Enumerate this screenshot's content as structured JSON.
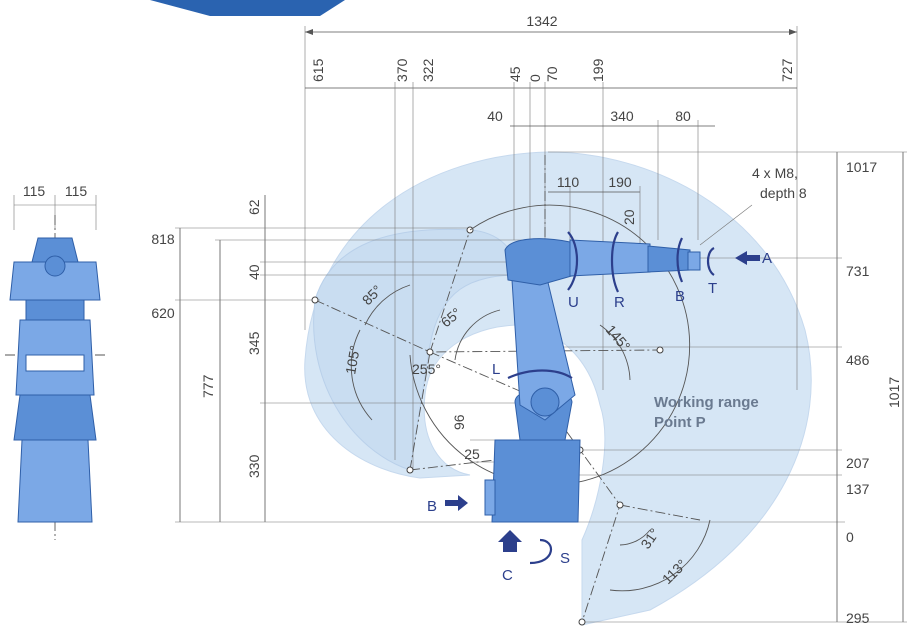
{
  "top_dims": {
    "overall": "1342",
    "left": "615",
    "a": "370",
    "b": "322",
    "c": "45",
    "d": "0",
    "e": "70",
    "f": "199",
    "right": "727"
  },
  "upper_dims": {
    "a": "40",
    "b": "340",
    "c": "80",
    "d": "110",
    "e": "190",
    "f": "20"
  },
  "thread_note": [
    "4 x M8,",
    "depth 8"
  ],
  "side_view_dims": {
    "left": "115",
    "right": "115"
  },
  "left_dims": {
    "h818": "818",
    "h620": "620",
    "h777": "777",
    "v62": "62",
    "v40": "40",
    "v345": "345",
    "v330": "330",
    "v96": "96",
    "h25": "25"
  },
  "right_dims": {
    "r1017": "1017",
    "r731": "731",
    "r486": "486",
    "r207": "207",
    "r137": "137",
    "r0": "0",
    "r295": "295",
    "total": "1017"
  },
  "angles": {
    "a85": "85°",
    "a105": "105°",
    "a65": "65°",
    "a255": "255°",
    "a145": "145°",
    "a31": "31°",
    "a113": "113°"
  },
  "axis_labels": {
    "U": "U",
    "R": "R",
    "B_wrist": "B",
    "T": "T",
    "A": "A",
    "L": "L",
    "B_base": "B",
    "C": "C",
    "S": "S"
  },
  "working_range": [
    "Working range",
    "Point P"
  ],
  "colors": {
    "envelope": "#d6e6f5",
    "robot": "#5b8fd6",
    "axis_arrow": "#2c3f8c",
    "banner": "#2a63b0"
  }
}
